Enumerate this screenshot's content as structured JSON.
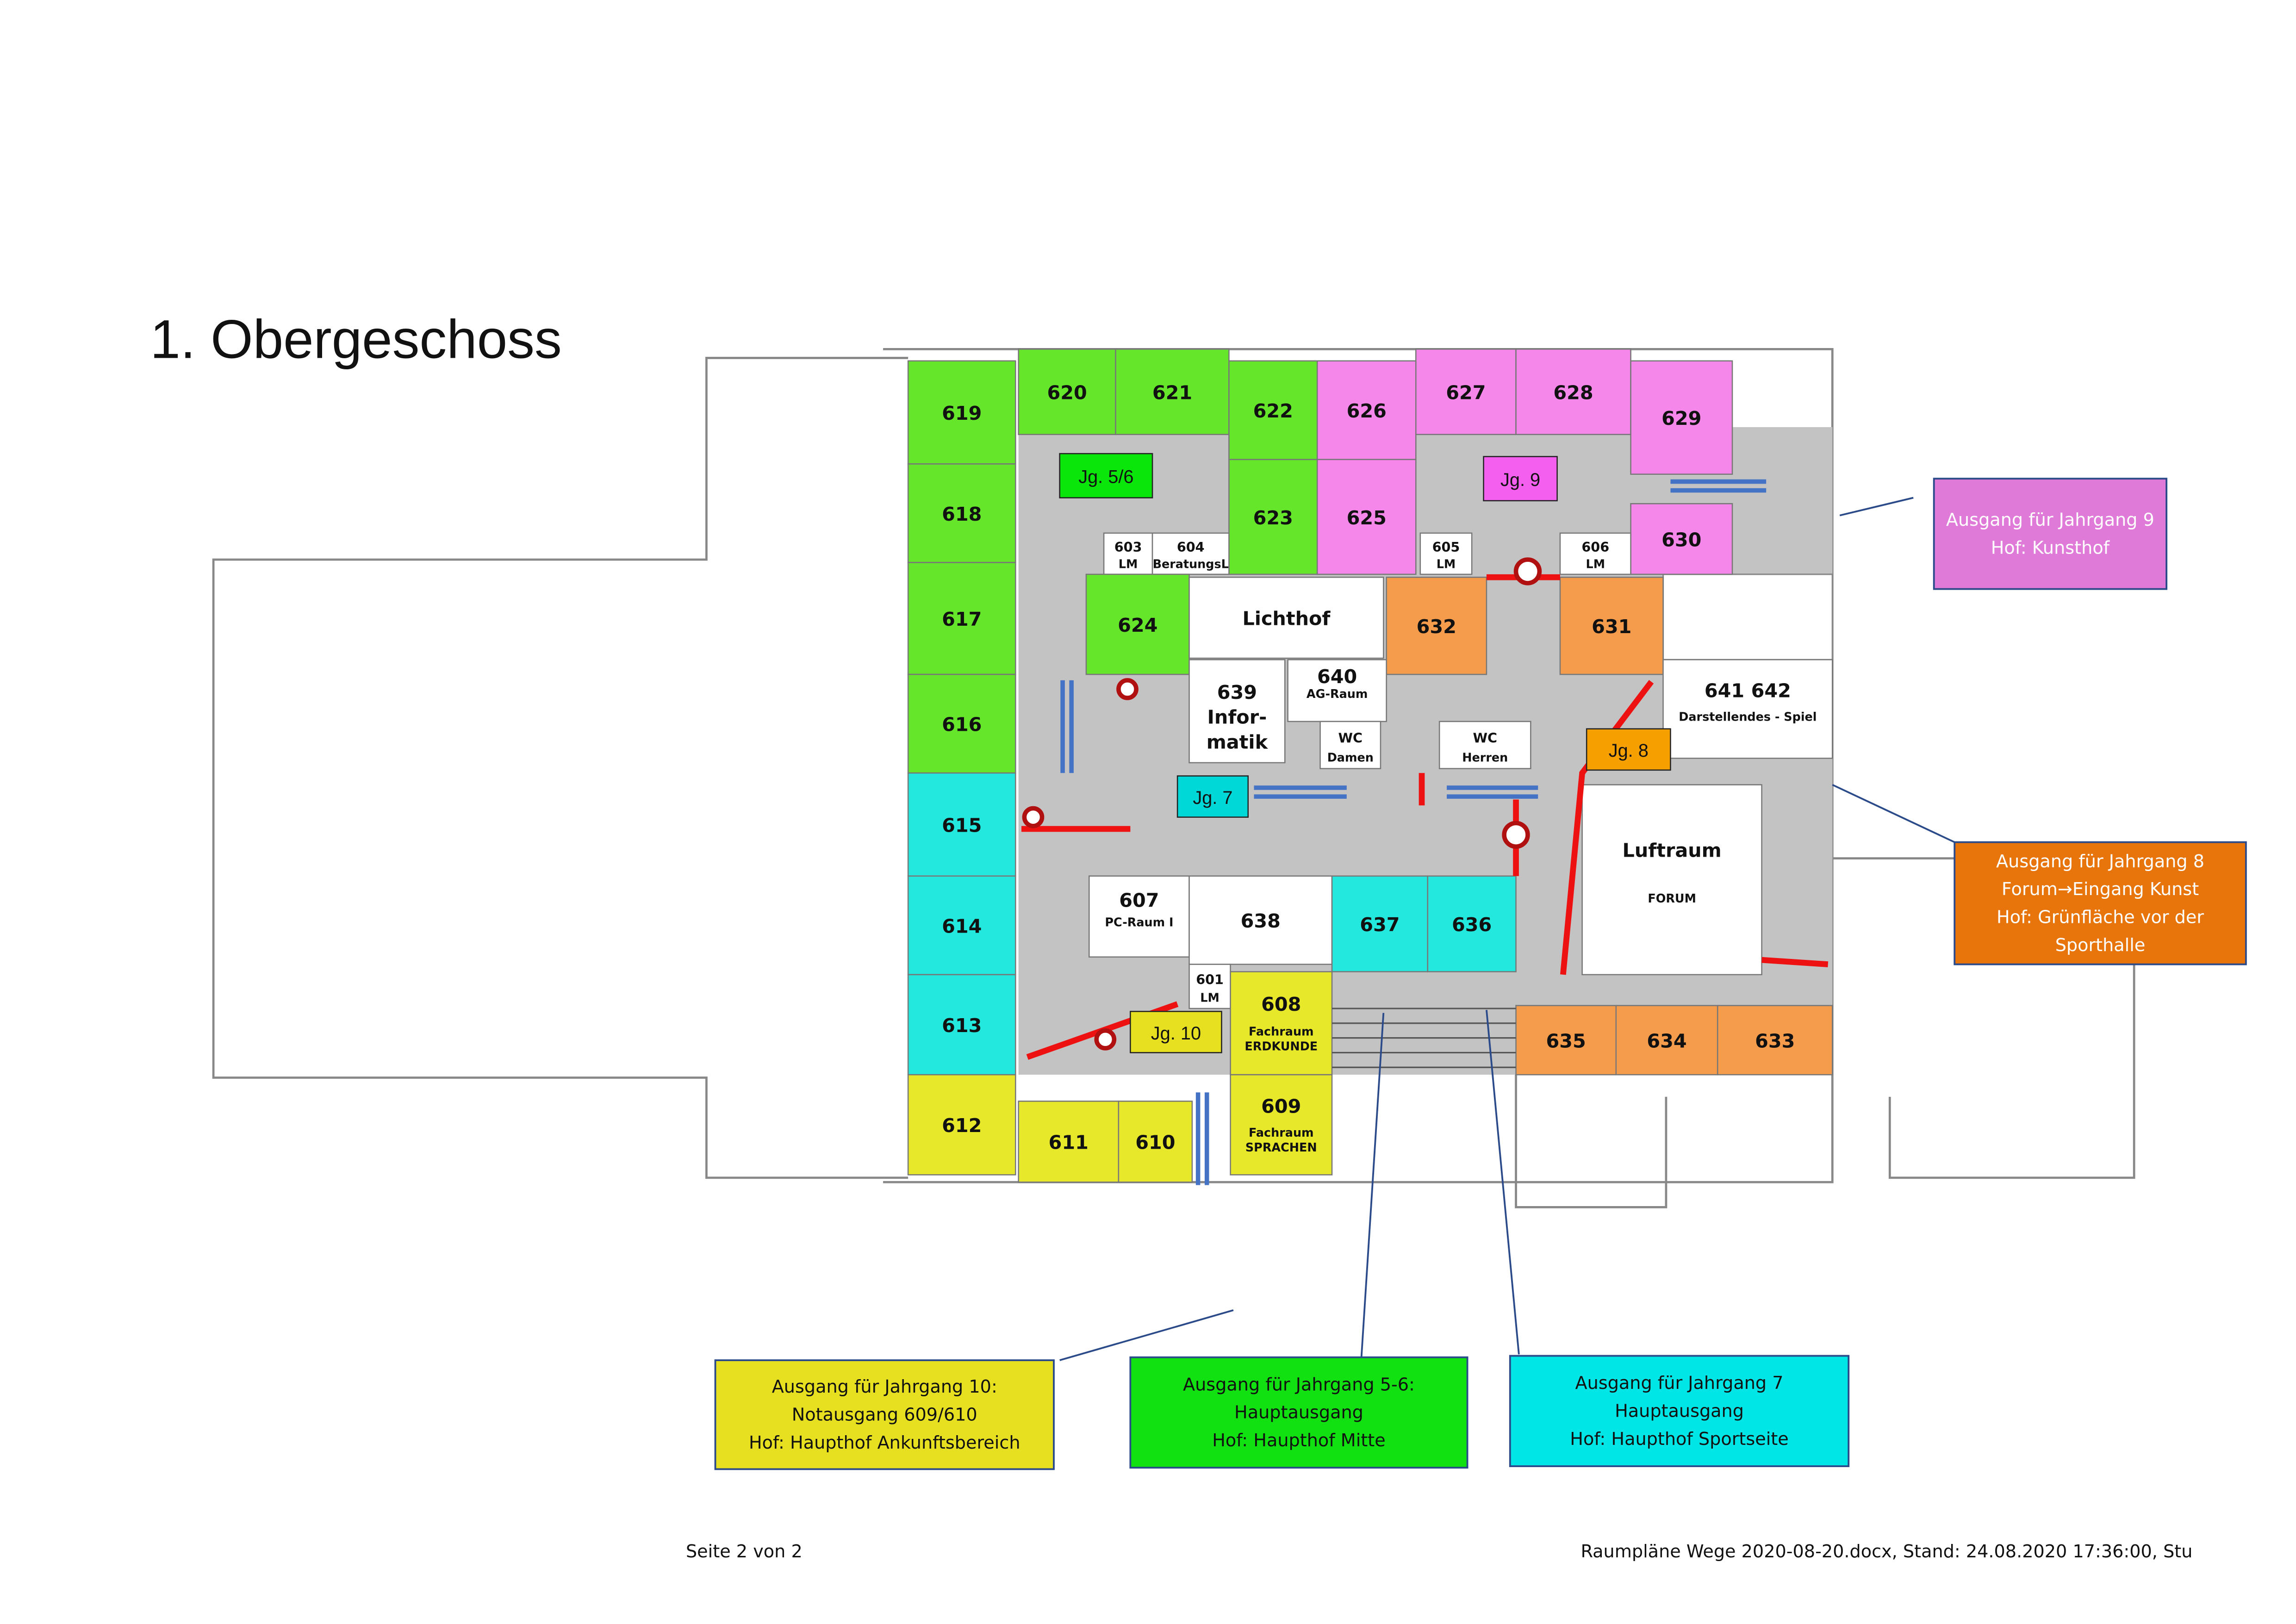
{
  "page_title": "1. Obergeschoss",
  "colors": {
    "green": "#66e62a",
    "pink": "#f587ea",
    "cyan": "#22e8de",
    "yellow": "#e8e82a",
    "orange": "#f59c4c",
    "white": "#ffffff",
    "corridor": "#c3c3c3",
    "route": "#ee1111",
    "arrow": "#4472c4"
  },
  "rooms": [
    {
      "num": "619",
      "sub": ""
    },
    {
      "num": "618",
      "sub": ""
    },
    {
      "num": "617",
      "sub": ""
    },
    {
      "num": "616",
      "sub": ""
    },
    {
      "num": "615",
      "sub": ""
    },
    {
      "num": "614",
      "sub": ""
    },
    {
      "num": "613",
      "sub": ""
    },
    {
      "num": "612",
      "sub": ""
    },
    {
      "num": "620",
      "sub": ""
    },
    {
      "num": "621",
      "sub": ""
    },
    {
      "num": "622",
      "sub": ""
    },
    {
      "num": "623",
      "sub": ""
    },
    {
      "num": "626",
      "sub": ""
    },
    {
      "num": "625",
      "sub": ""
    },
    {
      "num": "627",
      "sub": ""
    },
    {
      "num": "628",
      "sub": ""
    },
    {
      "num": "629",
      "sub": ""
    },
    {
      "num": "630",
      "sub": ""
    },
    {
      "num": "603",
      "sub": "LM"
    },
    {
      "num": "604",
      "sub": "BeratungsL"
    },
    {
      "num": "605",
      "sub": "LM"
    },
    {
      "num": "606",
      "sub": "LM"
    },
    {
      "num": "624",
      "sub": ""
    },
    {
      "num": "Lichthof",
      "sub": ""
    },
    {
      "num": "632",
      "sub": ""
    },
    {
      "num": "631",
      "sub": ""
    },
    {
      "num": "639",
      "sub": "Infor-matik"
    },
    {
      "num": "640",
      "sub": "AG-Raum"
    },
    {
      "num": "WC",
      "sub": "Damen"
    },
    {
      "num": "WC",
      "sub": "Herren"
    },
    {
      "num": "641      642",
      "sub": "Darstellendes - Spiel"
    },
    {
      "num": "607",
      "sub": "PC-Raum I"
    },
    {
      "num": "638",
      "sub": ""
    },
    {
      "num": "637",
      "sub": ""
    },
    {
      "num": "636",
      "sub": ""
    },
    {
      "num": "601",
      "sub": "LM"
    },
    {
      "num": "608",
      "sub": "Fachraum ERDKUNDE"
    },
    {
      "num": "609",
      "sub": "Fachraum SPRACHEN"
    },
    {
      "num": "611",
      "sub": ""
    },
    {
      "num": "610",
      "sub": ""
    },
    {
      "num": "635",
      "sub": ""
    },
    {
      "num": "634",
      "sub": ""
    },
    {
      "num": "633",
      "sub": ""
    },
    {
      "num": "Luftraum",
      "sub": "FORUM"
    }
  ],
  "year_labels": [
    {
      "text": "Jg. 5/6",
      "color": "#0ae50a"
    },
    {
      "text": "Jg. 9",
      "color": "#f45ff0"
    },
    {
      "text": "Jg. 7",
      "color": "#00d8d8"
    },
    {
      "text": "Jg. 8",
      "color": "#f5a000"
    },
    {
      "text": "Jg. 10",
      "color": "#e6e020"
    }
  ],
  "callouts": [
    {
      "lines": [
        "Ausgang für Jahrgang 9",
        "Hof: Kunsthof"
      ],
      "color": "#e07ad8",
      "text_color": "#ffffff"
    },
    {
      "lines": [
        "Ausgang für Jahrgang 8",
        "Forum→Eingang Kunst",
        "Hof: Grünfläche vor der",
        "Sporthalle"
      ],
      "color": "#e8740c",
      "text_color": "#ffffff"
    },
    {
      "lines": [
        "Ausgang für Jahrgang 10:",
        "Notausgang 609/610",
        "Hof: Haupthof Ankunftsbereich"
      ],
      "color": "#e6e020",
      "text_color": "#111111"
    },
    {
      "lines": [
        "Ausgang für Jahrgang 5-6:",
        "Hauptausgang",
        "Hof: Haupthof Mitte"
      ],
      "color": "#11e011",
      "text_color": "#111111"
    },
    {
      "lines": [
        "Ausgang für Jahrgang 7",
        "Hauptausgang",
        "Hof: Haupthof Sportseite"
      ],
      "color": "#00e5e5",
      "text_color": "#111111"
    }
  ],
  "footer": {
    "left": "Seite 2 von 2",
    "right": "Raumpläne Wege 2020-08-20.docx, Stand: 24.08.2020 17:36:00, Stu"
  }
}
